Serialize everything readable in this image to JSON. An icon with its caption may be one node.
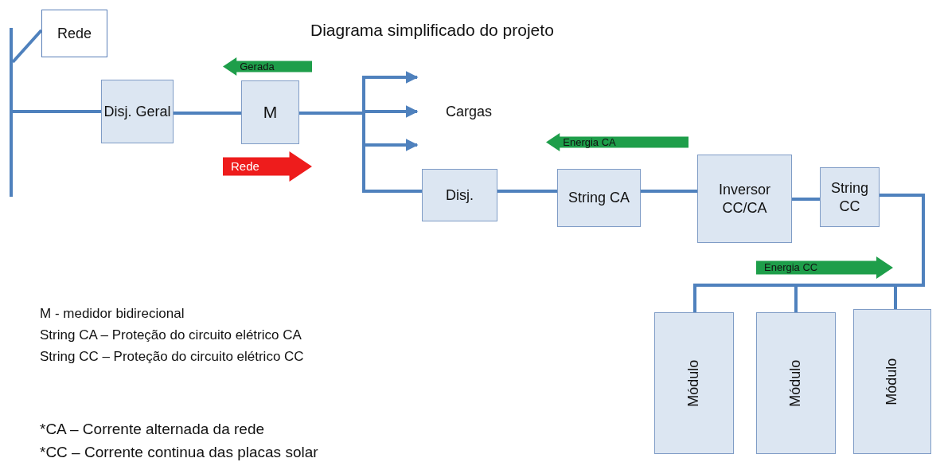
{
  "diagram": {
    "title": "Diagrama simplificado do projeto",
    "nodes": [
      {
        "text": [],
        "shape": "bar"
      },
      {
        "text": [
          "Rede"
        ]
      },
      {
        "text": [
          "Disj. Geral"
        ]
      },
      {
        "text": [
          "M"
        ]
      },
      {
        "text": [],
        "shape": "bar"
      },
      {
        "text": [
          "Cargas"
        ]
      },
      {
        "text": [
          "Disj."
        ]
      },
      {
        "text": [
          "String CA"
        ]
      },
      {
        "text": [
          "Inversor CC/CA"
        ]
      },
      {
        "text": [
          "String CC"
        ]
      },
      {
        "text": [
          "Módulo"
        ]
      },
      {
        "text": [
          "Módulo"
        ]
      },
      {
        "text": [
          "Módulo"
        ]
      }
    ],
    "edges": [
      {
        "from": 1,
        "to": 0,
        "arrow": "none"
      },
      {
        "from": 0,
        "to": 2,
        "arrow": "none"
      },
      {
        "from": 2,
        "to": 3,
        "arrow": "none"
      },
      {
        "from": 3,
        "to": 4,
        "arrow": "none"
      },
      {
        "from": 4,
        "to": 5,
        "arrow": "to"
      },
      {
        "from": 4,
        "to": 5,
        "arrow": "to"
      },
      {
        "from": 4,
        "to": 5,
        "arrow": "to"
      },
      {
        "from": 4,
        "to": 6,
        "arrow": "none"
      },
      {
        "from": 6,
        "to": 7,
        "arrow": "none"
      },
      {
        "from": 7,
        "to": 8,
        "arrow": "none"
      },
      {
        "from": 8,
        "to": 9,
        "arrow": "none"
      },
      {
        "from": 9,
        "to": 10,
        "arrow": "none"
      },
      {
        "from": 9,
        "to": 11,
        "arrow": "none"
      },
      {
        "from": 9,
        "to": 12,
        "arrow": "none"
      }
    ],
    "labels": [
      "Gerada",
      "Energia CA",
      "Rede",
      "Energia CC",
      "M -  medidor bidirecional",
      "String CA – Proteção do circuito elétrico CA",
      "String CC – Proteção do circuito elétrico  CC",
      "*CA – Corrente alternada da rede",
      "*CC – Corrente continua das placas solar"
    ]
  }
}
